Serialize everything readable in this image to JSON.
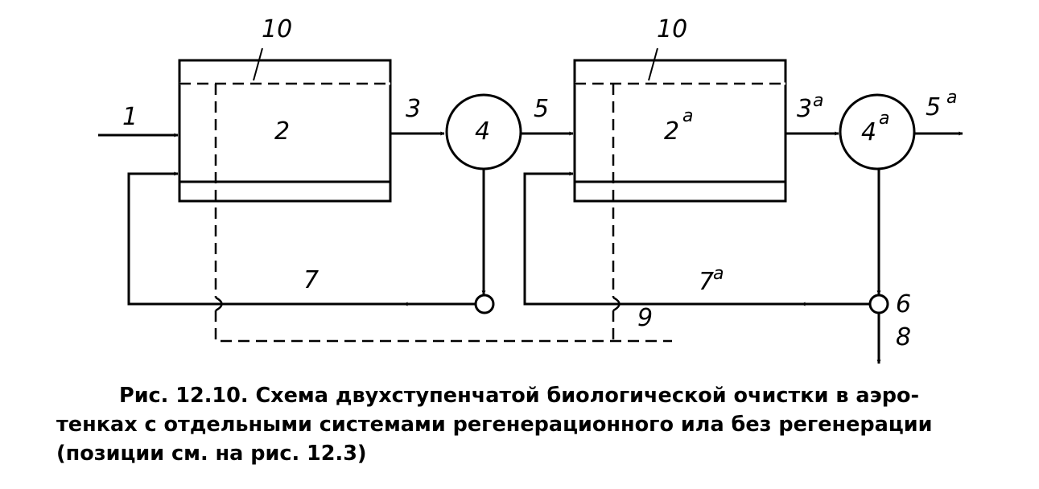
{
  "labels": {
    "stream_1": "1",
    "tank_1": "2",
    "stream_3": "3",
    "settler_1": "4",
    "stream_5": "5",
    "tank_2": "2",
    "tank_2_sup": "a",
    "stream_3a": "3",
    "stream_3a_sup": "a",
    "settler_2": "4",
    "settler_2_sup": "a",
    "stream_5a": "5",
    "stream_5a_sup": "a",
    "return_7": "7",
    "return_7a": "7",
    "return_7a_sup": "a",
    "node_6": "6",
    "excess_8": "8",
    "line_9": "9",
    "aerator_10_left": "10",
    "aerator_10_right": "10"
  },
  "caption": "Рис. 12.10. Схема двухступенчатой биологической очистки в аэро-\nтенках с отдельными системами регенерационного ила без регенерации\n(позиции см. на рис. 12.3)"
}
